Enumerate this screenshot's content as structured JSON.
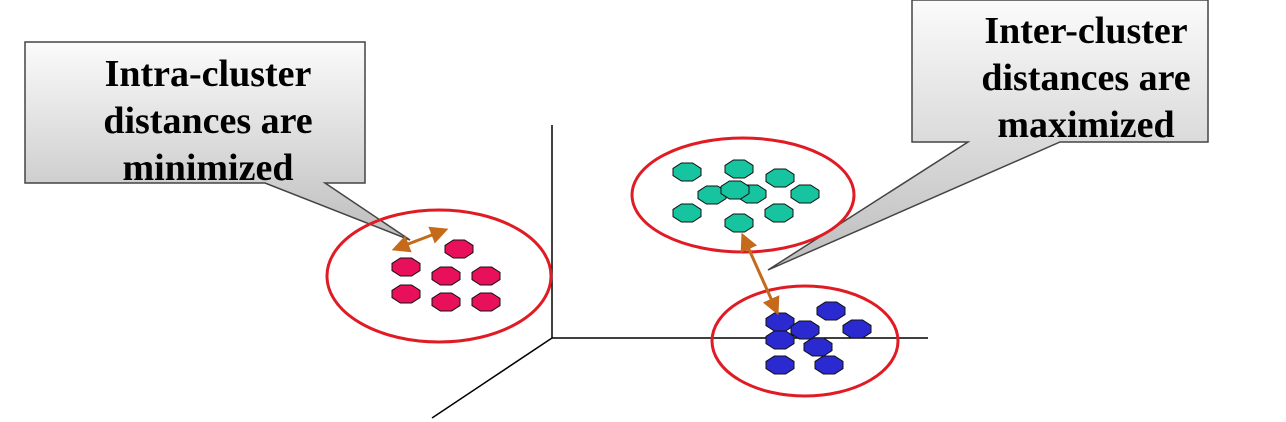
{
  "callouts": {
    "intra": {
      "lines": [
        "Intra-cluster",
        "distances are",
        "minimized"
      ]
    },
    "inter": {
      "lines": [
        "Inter-cluster",
        "distances are",
        "maximized"
      ]
    }
  },
  "clusters": [
    {
      "name": "pink",
      "fill": "#e8105a",
      "point_count": 7
    },
    {
      "name": "teal",
      "fill": "#16c4a0",
      "point_count": 10
    },
    {
      "name": "blue",
      "fill": "#2a2ad0",
      "point_count": 8
    }
  ],
  "colors": {
    "ellipse": "#e01b24",
    "arrow": "#c46a1a",
    "callout_fill_top": "#fbfbfb",
    "callout_fill_bottom": "#bdbdbd",
    "axes": "#000000"
  },
  "icons": [
    "octagon-marker",
    "double-arrow"
  ]
}
